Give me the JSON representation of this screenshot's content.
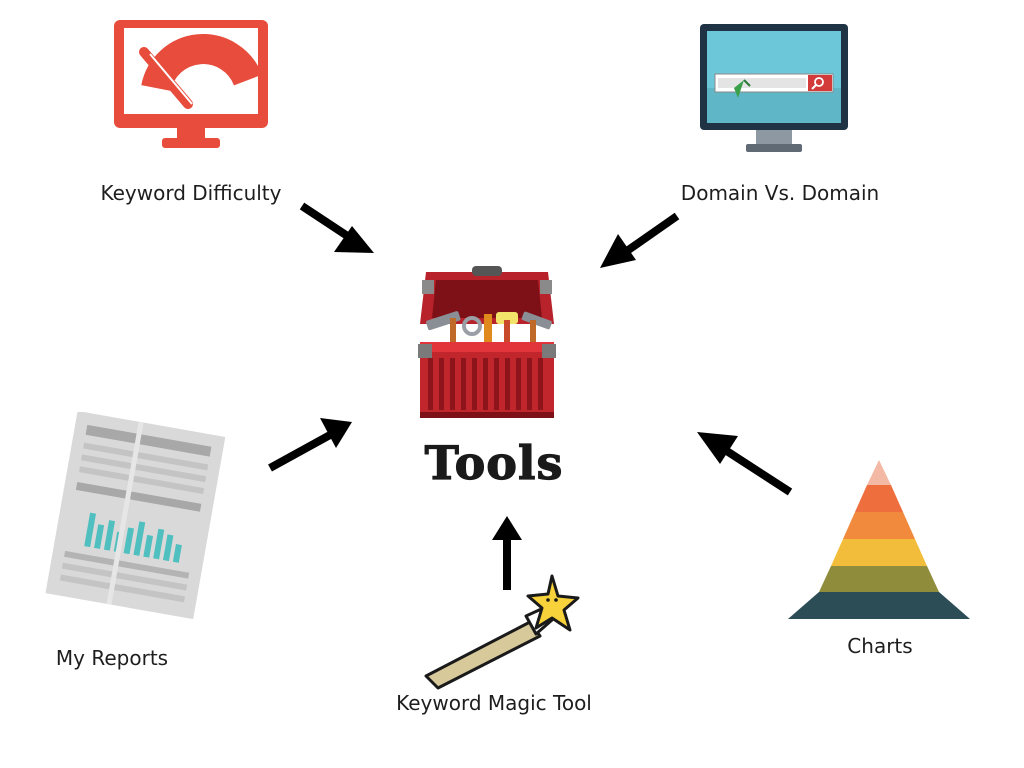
{
  "center": {
    "title": "Tools",
    "icon": "toolbox-icon"
  },
  "nodes": [
    {
      "key": "keyword_difficulty",
      "label": "Keyword Difficulty",
      "icon": "gauge-monitor-icon"
    },
    {
      "key": "domain_vs_domain",
      "label": "Domain Vs. Domain",
      "icon": "search-monitor-icon"
    },
    {
      "key": "my_reports",
      "label": "My Reports",
      "icon": "report-sheet-icon"
    },
    {
      "key": "keyword_magic_tool",
      "label": "Keyword Magic Tool",
      "icon": "magic-wand-icon"
    },
    {
      "key": "charts",
      "label": "Charts",
      "icon": "pyramid-chart-icon"
    }
  ],
  "colors": {
    "red": "#e74c3c",
    "monitor_frame": "#1f3344",
    "screen_blue": "#6cc7d8",
    "arrow": "#000000",
    "toolbox_red": "#c0262c",
    "pyramid": [
      "#f4b9a4",
      "#ee6f3d",
      "#f18a3d",
      "#f2bd3a",
      "#8f8c3c",
      "#2d4d56"
    ]
  }
}
